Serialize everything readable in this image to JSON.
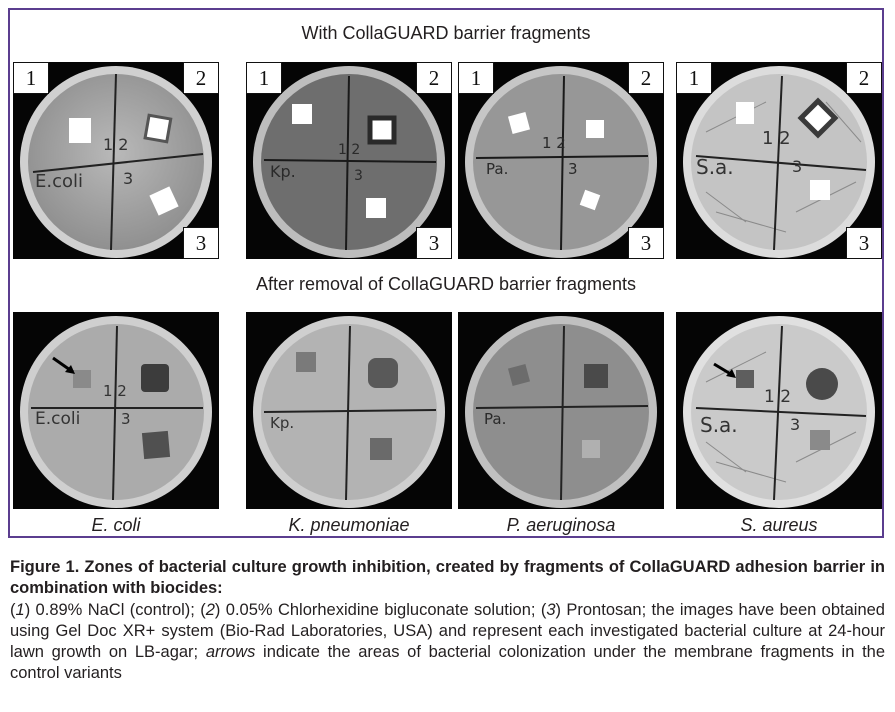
{
  "figure": {
    "heading_top": "With CollaGUARD barrier fragments",
    "heading_bottom": "After removal of CollaGUARD barrier fragments",
    "zone_labels": [
      "1",
      "2",
      "3"
    ],
    "plate_writing": {
      "ecoli": {
        "code": "E.coli",
        "n12": "1 2",
        "n3": "3"
      },
      "kp": {
        "code": "Kp.",
        "n12": "1 2",
        "n3": "3"
      },
      "pa": {
        "code": "Pa.",
        "n12": "1 2",
        "n3": "3"
      },
      "sa": {
        "code": "S.a.",
        "n12": "1 2",
        "n3": "3"
      }
    },
    "species": [
      {
        "name": "E. coli"
      },
      {
        "name": "K. pneumoniae"
      },
      {
        "name": "P. aeruginosa"
      },
      {
        "name": "S. aureus"
      }
    ],
    "frame_color": "#5b3e8f"
  },
  "caption": {
    "title": "Figure 1. Zones of bacterial culture growth inhibition, created by fragments of CollaGUARD adhesion barrier in combination with biocides:",
    "p1_open": "(",
    "p1_num": "1",
    "p1_text": ") 0.89% NaCl (control); (",
    "p2_num": "2",
    "p2_text": ") 0.05% Chlorhexidine bigluconate solution; (",
    "p3_num": "3",
    "p3_text": ") Prontosan; the images have been obtained using Gel Doc XR+ system (Bio-Rad Laboratories, USA) and represent each investigated bacterial culture at 24-hour lawn growth on LB-agar; ",
    "arrows_word": "arrows",
    "p4_text": " indicate the areas of bacterial colonization under the membrane fragments in the control variants"
  }
}
